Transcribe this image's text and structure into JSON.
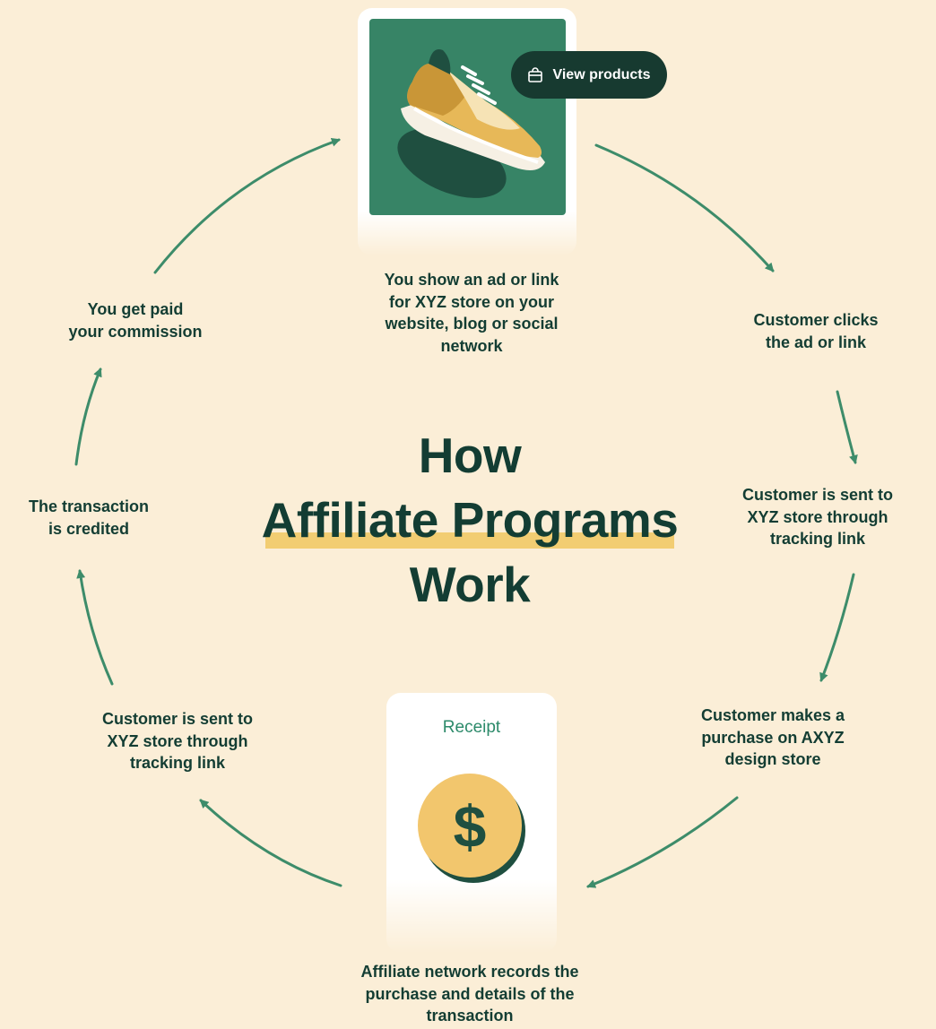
{
  "title": {
    "line1": "How",
    "line2": "Affiliate Programs",
    "line3": "Work"
  },
  "product_card": {
    "button_label": "View products",
    "button_icon": "shopping-bag-icon",
    "image_icon": "sneaker-icon"
  },
  "receipt_card": {
    "title": "Receipt",
    "icon": "dollar-coin-icon",
    "symbol": "$"
  },
  "steps": [
    "You show an ad or link\nfor XYZ store on your\nwebsite, blog or social\nnetwork",
    "Customer clicks\nthe ad or link",
    "Customer is sent to\nXYZ store through\ntracking link",
    "Customer makes a\npurchase on AXYZ\ndesign store",
    "Affiliate network records the\npurchase and details of the\ntransaction",
    "Customer is sent to\nXYZ store through\ntracking link",
    "The transaction\nis credited",
    "You get paid\nyour commission"
  ],
  "colors": {
    "background": "#fbeed7",
    "text": "#133d33",
    "arrow": "#3d8c6a",
    "highlight": "#f2cd72",
    "card_green": "#378466",
    "button_dark": "#173a30",
    "coin_gold": "#f2c66d"
  }
}
